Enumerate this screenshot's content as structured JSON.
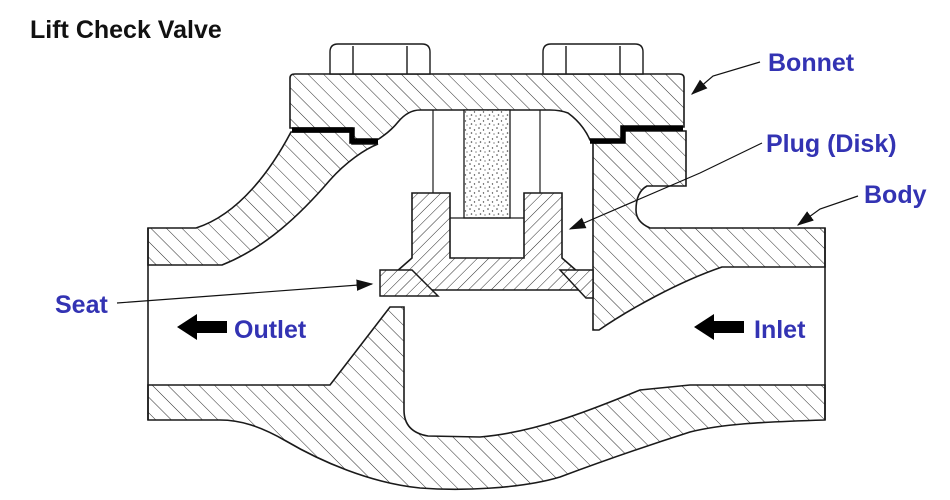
{
  "title": "Lift Check Valve",
  "labels": {
    "bonnet": "Bonnet",
    "plug": "Plug (Disk)",
    "body": "Body",
    "seat": "Seat",
    "outlet": "Outlet",
    "inlet": "Inlet"
  },
  "colors": {
    "label_blue": "#3333b3",
    "line_black": "#1a1a1a"
  },
  "diagram": {
    "type": "engineering-cross-section",
    "subject": "lift check valve",
    "flow_direction": "right to left (Inlet right, Outlet left)",
    "parts_labeled": [
      "Bonnet",
      "Plug (Disk)",
      "Body",
      "Seat"
    ],
    "ports_labeled": [
      "Outlet",
      "Inlet"
    ]
  }
}
